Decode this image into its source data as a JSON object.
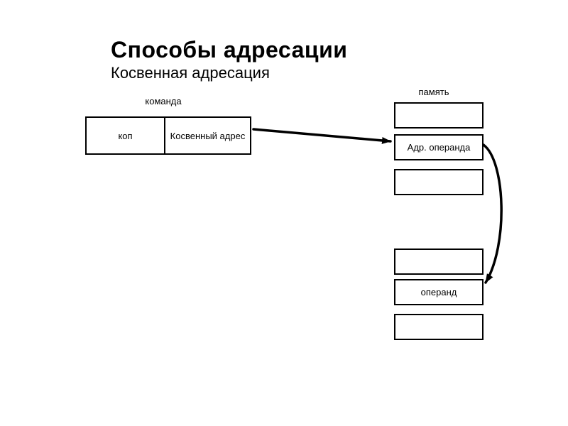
{
  "title": "Способы адресации",
  "subtitle": "Косвенная адресация",
  "command": {
    "label": "команда",
    "cells": [
      {
        "label": "коп"
      },
      {
        "label": "Косвенный адрес"
      }
    ]
  },
  "memory": {
    "label": "память",
    "cells": [
      "",
      "Адр. операнда",
      "",
      "",
      "операнд",
      ""
    ]
  },
  "arrows": [
    {
      "name": "indirect-address-to-operand-address",
      "type": "straight"
    },
    {
      "name": "operand-address-to-operand",
      "type": "curved"
    }
  ],
  "colors": {
    "background": "#ffffff",
    "line": "#000000",
    "text": "#000000"
  }
}
